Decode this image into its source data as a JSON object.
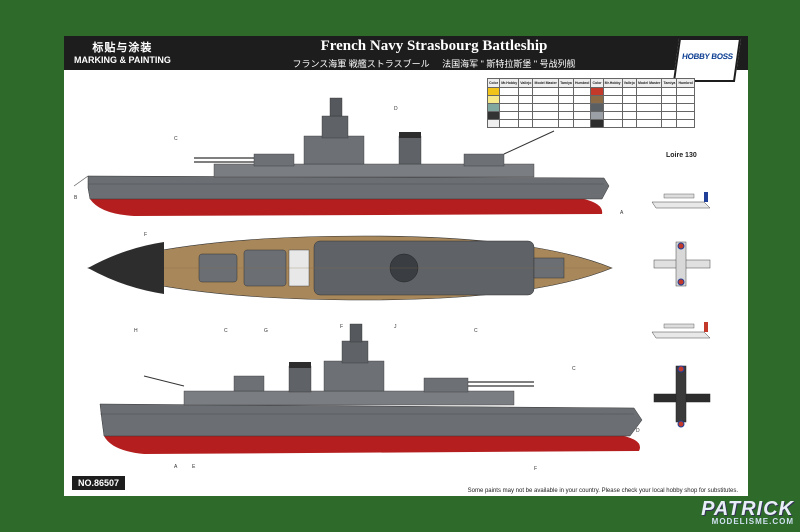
{
  "header": {
    "marking_cn": "标贴与涂装",
    "marking_en": "MARKING & PAINTING",
    "title_en": "French Navy Strasbourg Battleship",
    "title_jp": "フランス海軍 戦艦ストラスブール",
    "title_cn": "法国海军 \" 斯特拉斯堡 \" 号战列舰",
    "brand_logo": "HOBBY BOSS"
  },
  "color_table": {
    "headers": [
      "Color",
      "Mr.Hobby",
      "Vallejo",
      "Model Master",
      "Tamiya",
      "Humbrol"
    ]
  },
  "aircraft": {
    "title": "Loire 130"
  },
  "footer": {
    "kit_number": "NO.86507",
    "note": "Some paints may not be available in your country. Please check your local hobby shop for substitutes."
  },
  "watermark": {
    "brand": "PATRICK",
    "site": "MODELISME.COM"
  },
  "colors": {
    "background": "#2e6a2a",
    "hull_grey": "#6b6f73",
    "hull_red": "#b51e1e",
    "deck_wood": "#a8875b",
    "header": "#1d1d1d"
  }
}
